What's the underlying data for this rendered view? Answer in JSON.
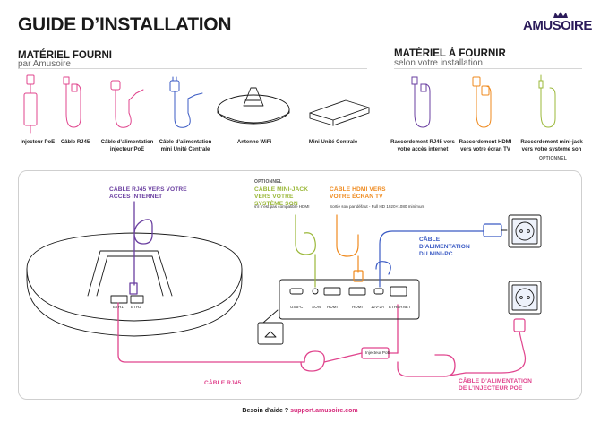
{
  "header": {
    "title": "GUIDE D’INSTALLATION",
    "logo_text": "AMUSOIRE"
  },
  "provided": {
    "heading": "MATÉRIEL FOURNI",
    "subheading": "par Amusoire",
    "items": [
      {
        "label": "Injecteur PoE"
      },
      {
        "label": "Câble RJ45"
      },
      {
        "label": "Câble d’alimentation injecteur PoE"
      },
      {
        "label": "Câble d’alimentation mini Unité Centrale"
      },
      {
        "label": "Antenne WiFi"
      },
      {
        "label": "Mini Unité Centrale"
      }
    ]
  },
  "to_provide": {
    "heading": "MATÉRIEL À FOURNIR",
    "subheading": "selon votre installation",
    "items": [
      {
        "label": "Raccordement RJ45 vers votre accès internet"
      },
      {
        "label": "Raccordement HDMI vers votre écran TV"
      },
      {
        "label": "Raccordement mini-jack vers votre système son"
      }
    ],
    "optional_tag": "OPTIONNEL"
  },
  "diagram": {
    "rj45_internet": "CÂBLE RJ45 VERS VOTRE ACCÈS INTERNET",
    "optional_tag": "OPTIONNEL",
    "minijack": "CÂBLE MINI-JACK VERS VOTRE SYSTÈME SON",
    "minijack_note": "s’il n’est pas compatible HDMI",
    "hdmi": "CÂBLE HDMI VERS VOTRE ÉCRAN TV",
    "hdmi_note": "Sortie son par défaut - Full HD 1920×1080 minimum",
    "power_minipc": "CÂBLE D’ALIMENTATION DU MINI-PC",
    "rj45_bottom": "CÂBLE RJ45",
    "power_poe": "CÂBLE D’ALIMENTATION DE L’INJECTEUR POE",
    "ports": [
      "USB-C",
      "SON",
      "HDMI",
      "HDMI",
      "12V-2A",
      "ETHERNET"
    ],
    "antenna_ports": [
      "ETH1",
      "ETH2"
    ],
    "injector_label": "Injecteur PoE"
  },
  "footer": {
    "help": "Besoin d’aide ?",
    "link": "support.amusoire.com"
  },
  "colors": {
    "pink": "#e0448d",
    "blue": "#3b5bc4",
    "purple": "#6a3fa0",
    "orange": "#ef8a1e",
    "green": "#9bb83a",
    "black": "#1a1a1a"
  }
}
